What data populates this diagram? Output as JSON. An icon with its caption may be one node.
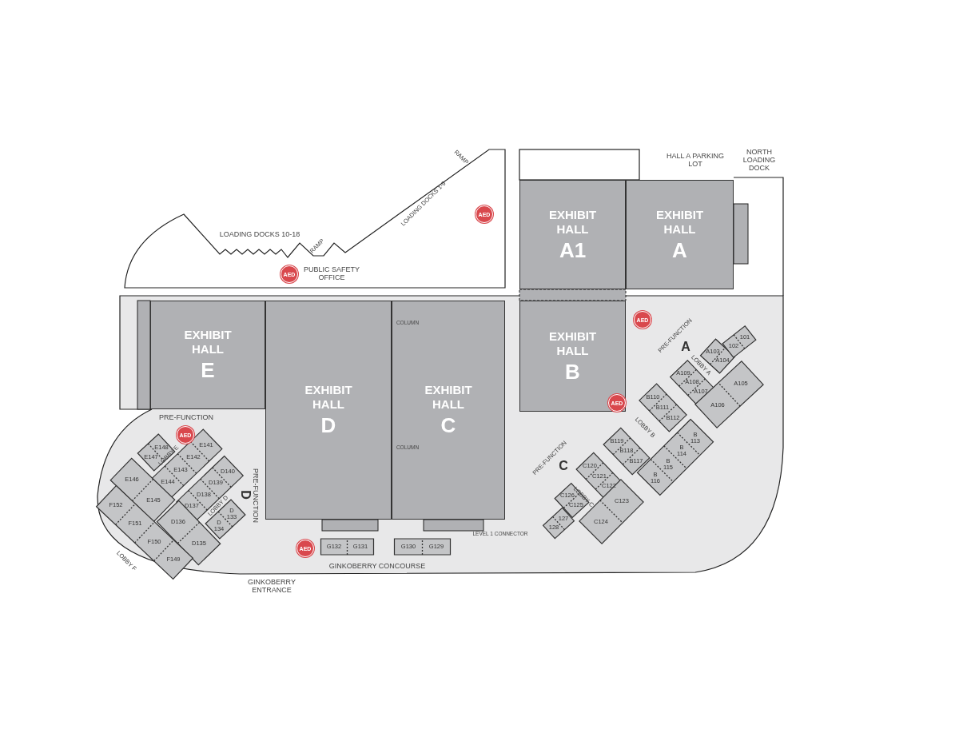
{
  "diagram": {
    "nodes": [
      {
        "text": [
          "EXHIBIT HALL",
          "A1"
        ]
      },
      {
        "text": [
          "EXHIBIT HALL",
          "A"
        ]
      },
      {
        "text": [
          "EXHIBIT HALL",
          "E"
        ]
      },
      {
        "text": [
          "EXHIBIT HALL",
          "D"
        ]
      },
      {
        "text": [
          "EXHIBIT HALL",
          "C"
        ]
      },
      {
        "text": [
          "EXHIBIT HALL",
          "B"
        ]
      },
      {
        "text": [
          "A103"
        ]
      },
      {
        "text": [
          "A104"
        ]
      },
      {
        "text": [
          "102"
        ]
      },
      {
        "text": [
          "101"
        ]
      },
      {
        "text": [
          "A109"
        ]
      },
      {
        "text": [
          "A108"
        ]
      },
      {
        "text": [
          "A107"
        ]
      },
      {
        "text": [
          "A106"
        ]
      },
      {
        "text": [
          "A105"
        ]
      },
      {
        "text": [
          "B110"
        ]
      },
      {
        "text": [
          "B111"
        ]
      },
      {
        "text": [
          "B112"
        ]
      },
      {
        "text": [
          "B 113"
        ]
      },
      {
        "text": [
          "B 114"
        ]
      },
      {
        "text": [
          "B 115"
        ]
      },
      {
        "text": [
          "B 116"
        ]
      },
      {
        "text": [
          "B119"
        ]
      },
      {
        "text": [
          "B118"
        ]
      },
      {
        "text": [
          "B117"
        ]
      },
      {
        "text": [
          "C120"
        ]
      },
      {
        "text": [
          "C121"
        ]
      },
      {
        "text": [
          "C122"
        ]
      },
      {
        "text": [
          "C123"
        ]
      },
      {
        "text": [
          "C124"
        ]
      },
      {
        "text": [
          "C126"
        ]
      },
      {
        "text": [
          "C125"
        ]
      },
      {
        "text": [
          "128"
        ]
      },
      {
        "text": [
          "127"
        ]
      },
      {
        "text": [
          "E148"
        ]
      },
      {
        "text": [
          "E147"
        ]
      },
      {
        "text": [
          "E141"
        ]
      },
      {
        "text": [
          "E142"
        ]
      },
      {
        "text": [
          "E143"
        ]
      },
      {
        "text": [
          "E144"
        ]
      },
      {
        "text": [
          "E146"
        ]
      },
      {
        "text": [
          "E145"
        ]
      },
      {
        "text": [
          "D140"
        ]
      },
      {
        "text": [
          "D139"
        ]
      },
      {
        "text": [
          "D138"
        ]
      },
      {
        "text": [
          "D137"
        ]
      },
      {
        "text": [
          "D136"
        ]
      },
      {
        "text": [
          "D135"
        ]
      },
      {
        "text": [
          "D 133"
        ]
      },
      {
        "text": [
          "D 134"
        ]
      },
      {
        "text": [
          "F152"
        ]
      },
      {
        "text": [
          "F151"
        ]
      },
      {
        "text": [
          "F150"
        ]
      },
      {
        "text": [
          "F149"
        ]
      },
      {
        "text": [
          "G132"
        ]
      },
      {
        "text": [
          "G131"
        ]
      },
      {
        "text": [
          "G130"
        ]
      },
      {
        "text": [
          "G129"
        ]
      }
    ],
    "edges": [],
    "labels": [
      "RAMP",
      "HALL A PARKING LOT",
      "NORTH LOADING DOCK",
      "LOADING DOCKS 1-9",
      "AED",
      "LOADING DOCKS 10-18",
      "RAMP",
      "AED",
      "PUBLIC SAFETY OFFICE",
      "COLUMN",
      "AED",
      "PRE-FUNCTION",
      "A",
      "LOBBY A",
      "AED",
      "LOBBY B",
      "PRE-FUNCTION",
      "AED",
      "COLUMN",
      "PRE-FUNCTION",
      "C",
      "LOBBY E",
      "PRE-FUNCTION",
      "D",
      "LOBBY D",
      "LOBBY C",
      "LEVEL 1 CONNECTOR",
      "AED",
      "LOBBY F",
      "GINKOBERRY CONCOURSE",
      "GINKOBERRY ENTRANCE"
    ]
  }
}
